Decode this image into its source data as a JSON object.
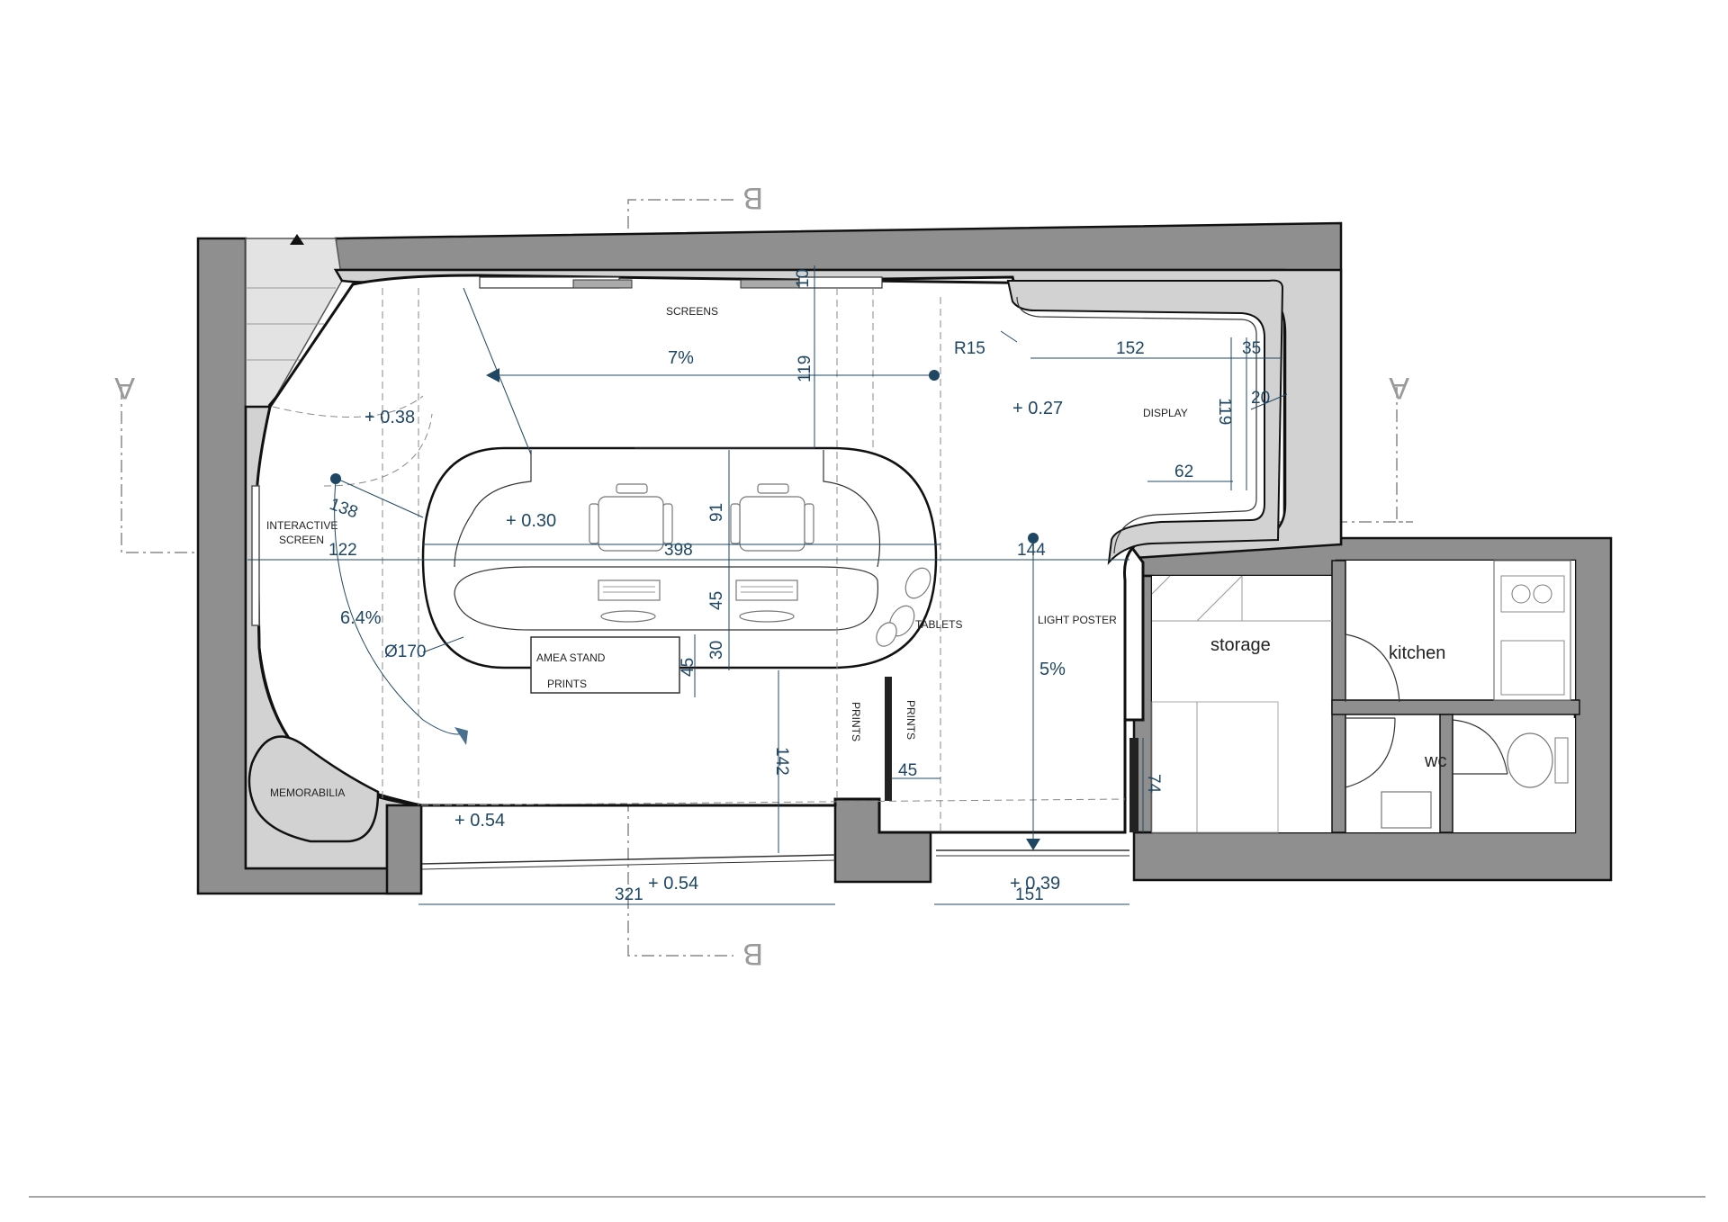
{
  "section_marks": {
    "a_left": "A",
    "a_right": "A",
    "b_top": "B",
    "b_bottom": "B"
  },
  "labels": {
    "screens": "SCREENS",
    "display": "DISPLAY",
    "interactive_screen_line1": "INTERACTIVE",
    "interactive_screen_line2": "SCREEN",
    "tablets": "TABLETS",
    "light_poster": "LIGHT POSTER",
    "amea_stand": "AMEA STAND",
    "prints_stand": "PRINTS",
    "prints_left": "PRINTS",
    "prints_right": "PRINTS",
    "memorabilia": "MEMORABILIA"
  },
  "rooms": {
    "storage": "storage",
    "kitchen": "kitchen",
    "wc": "wc"
  },
  "levels": {
    "l038": "+ 0.38",
    "l027": "+ 0.27",
    "l030": "+ 0.30",
    "l054_inside": "+ 0.54",
    "l054_outside": "+ 0.54",
    "l039": "+ 0.39"
  },
  "slopes": {
    "s7": "7%",
    "s64": "6.4%",
    "s5": "5%"
  },
  "dimensions": {
    "d10": "10",
    "d119_top": "119",
    "r15": "R15",
    "d152": "152",
    "d35": "35",
    "d20": "20",
    "d119_right": "119",
    "d62": "62",
    "d138": "138",
    "d122": "122",
    "d398": "398",
    "d144": "144",
    "d91": "91",
    "d45_table": "45",
    "d30": "30",
    "d45_stand": "45",
    "d170": "Ø170",
    "d142": "142",
    "d45_prints": "45",
    "d74": "74",
    "d321": "321",
    "d151": "151"
  },
  "colors": {
    "wall": "#8f8f8f",
    "dimension": "#1f4763",
    "inner_band": "#d2d2d2"
  }
}
